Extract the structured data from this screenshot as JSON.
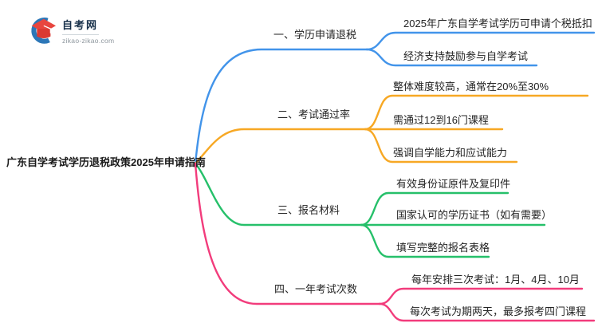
{
  "logo": {
    "title": "自考网",
    "domain": "zikao-zikao.com"
  },
  "palette": {
    "blue": "#4294EA",
    "orange": "#F7A824",
    "green": "#26C06A",
    "pink": "#F23C7C",
    "logo_blue": "#2C77B8",
    "logo_red": "#E8463F",
    "logo_red_dark": "#DB3A33"
  },
  "root": {
    "label": "广东自学考试学历退税政策2025年申请指南"
  },
  "branches": [
    {
      "label": "一、学历申请退税",
      "color": "#4294EA",
      "children": [
        "2025年广东自学考试学历可申请个税抵扣",
        "经济支持鼓励参与自学考试"
      ]
    },
    {
      "label": "二、考试通过率",
      "color": "#F7A824",
      "children": [
        "整体难度较高，通常在20%至30%",
        "需通过12到16门课程",
        "强调自学能力和应试能力"
      ]
    },
    {
      "label": "三、报名材料",
      "color": "#26C06A",
      "children": [
        "有效身份证原件及复印件",
        "国家认可的学历证书（如有需要）",
        "填写完整的报名表格"
      ]
    },
    {
      "label": "四、一年考试次数",
      "color": "#F23C7C",
      "children": [
        "每年安排三次考试：1月、4月、10月",
        "每次考试为期两天，最多报考四门课程"
      ]
    }
  ]
}
